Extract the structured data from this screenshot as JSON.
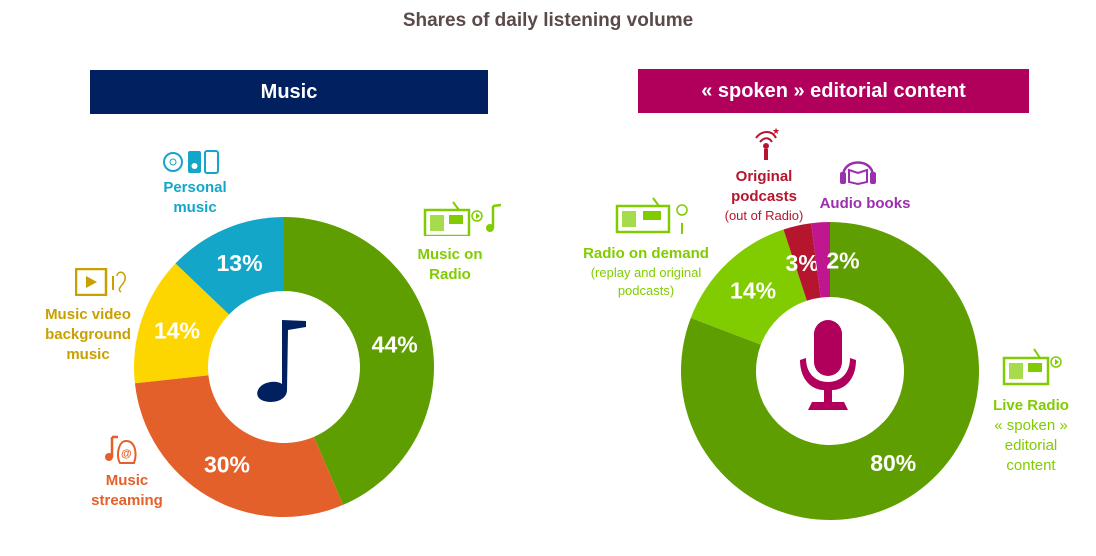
{
  "title": "Shares of daily listening volume",
  "chart_data": [
    {
      "type": "pie",
      "title": "Music",
      "donut": true,
      "categories": [
        "Music on Radio",
        "Music streaming",
        "Music video background music",
        "Personal music"
      ],
      "values": [
        44,
        30,
        14,
        13
      ],
      "labels": [
        "44%",
        "30%",
        "14%",
        "13%"
      ],
      "colors": [
        "#5f9e00",
        "#e4602b",
        "#fdd600",
        "#14a6c8"
      ],
      "center_icon": "music-note-icon"
    },
    {
      "type": "pie",
      "title": "« spoken » editorial content",
      "donut": true,
      "categories": [
        "Live Radio « spoken » editorial content",
        "Radio on demand",
        "Original podcasts",
        "Audio books"
      ],
      "values": [
        80,
        14,
        3,
        2
      ],
      "labels": [
        "80%",
        "14%",
        "3%",
        "2%"
      ],
      "colors": [
        "#5f9e00",
        "#80cc00",
        "#b5162e",
        "#c0168f"
      ],
      "center_icon": "microphone-icon"
    }
  ],
  "legend": {
    "music_on_radio": [
      "Music on",
      "Radio"
    ],
    "streaming": [
      "Music",
      "streaming"
    ],
    "video": [
      "Music video",
      "background",
      "music"
    ],
    "personal": [
      "Personal",
      "music"
    ],
    "live_radio": [
      "Live Radio",
      "« spoken »",
      "editorial",
      "content"
    ],
    "on_demand": "Radio on demand",
    "on_demand_sub": "(replay and original podcasts)",
    "original": [
      "Original",
      "podcasts"
    ],
    "original_sub": "(out of Radio)",
    "audio_books": "Audio books"
  }
}
